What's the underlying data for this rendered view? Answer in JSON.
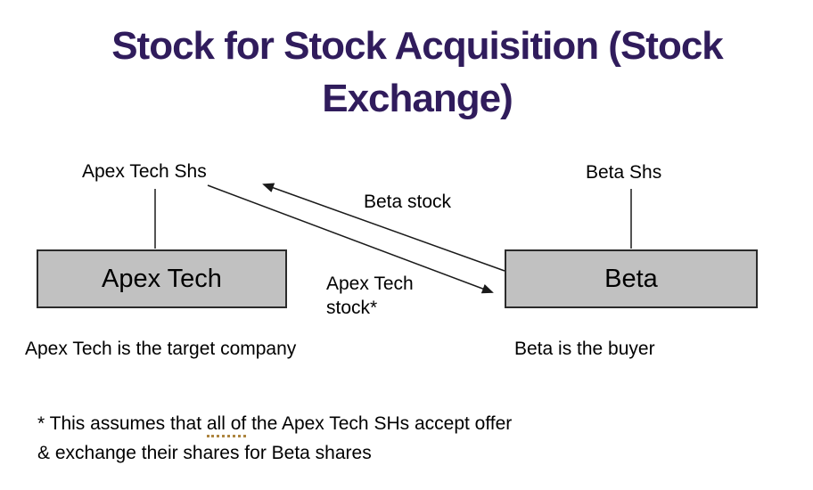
{
  "slide": {
    "title": "Stock for Stock Acquisition (Stock Exchange)"
  },
  "diagram": {
    "apex_shareholders_label": "Apex Tech Shs",
    "beta_shareholders_label": "Beta Shs",
    "apex_box_label": "Apex Tech",
    "beta_box_label": "Beta",
    "beta_stock_flow_label": "Beta stock",
    "apex_stock_flow_label": "Apex Tech stock*",
    "apex_caption": "Apex Tech is the target company",
    "beta_caption": "Beta is the buyer"
  },
  "footnote": {
    "line1_prefix": "* This assumes that ",
    "line1_underlined": "all of",
    "line1_suffix": " the Apex Tech SHs accept offer",
    "line2": "& exchange their shares for Beta shares"
  },
  "colors": {
    "title": "#301C5C",
    "box_fill": "#C1C1C1",
    "box_border": "#2B2B2B",
    "text": "#000000",
    "arrow": "#1A1A1A",
    "grammar_underline": "#AD853F"
  }
}
